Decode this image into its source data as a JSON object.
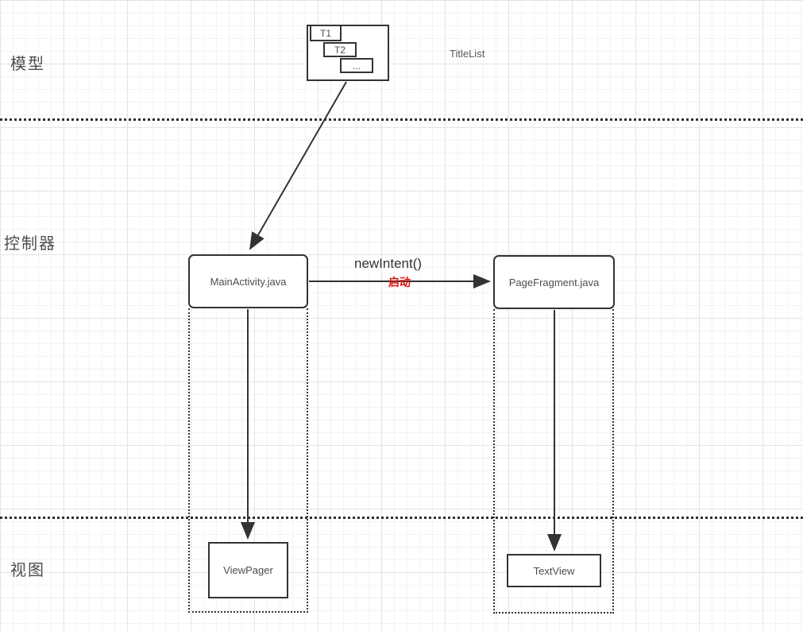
{
  "sections": {
    "model_label": "模型",
    "controller_label": "控制器",
    "view_label": "视图"
  },
  "model": {
    "list_name": "TitleList",
    "items": [
      "T1",
      "T2",
      "..."
    ]
  },
  "controller": {
    "main_activity_label": "MainActivity.java",
    "page_fragment_label": "PageFragment.java"
  },
  "view": {
    "view_pager_label": "ViewPager",
    "text_view_label": "TextView"
  },
  "edges": {
    "new_intent_label": "newIntent()",
    "launch_label": "启动"
  },
  "colors": {
    "stroke": "#333333",
    "label_gray": "#595959",
    "launch_red": "#de1414",
    "grid_minor": "#f2f2f2",
    "grid_major": "#e4e4e4"
  }
}
